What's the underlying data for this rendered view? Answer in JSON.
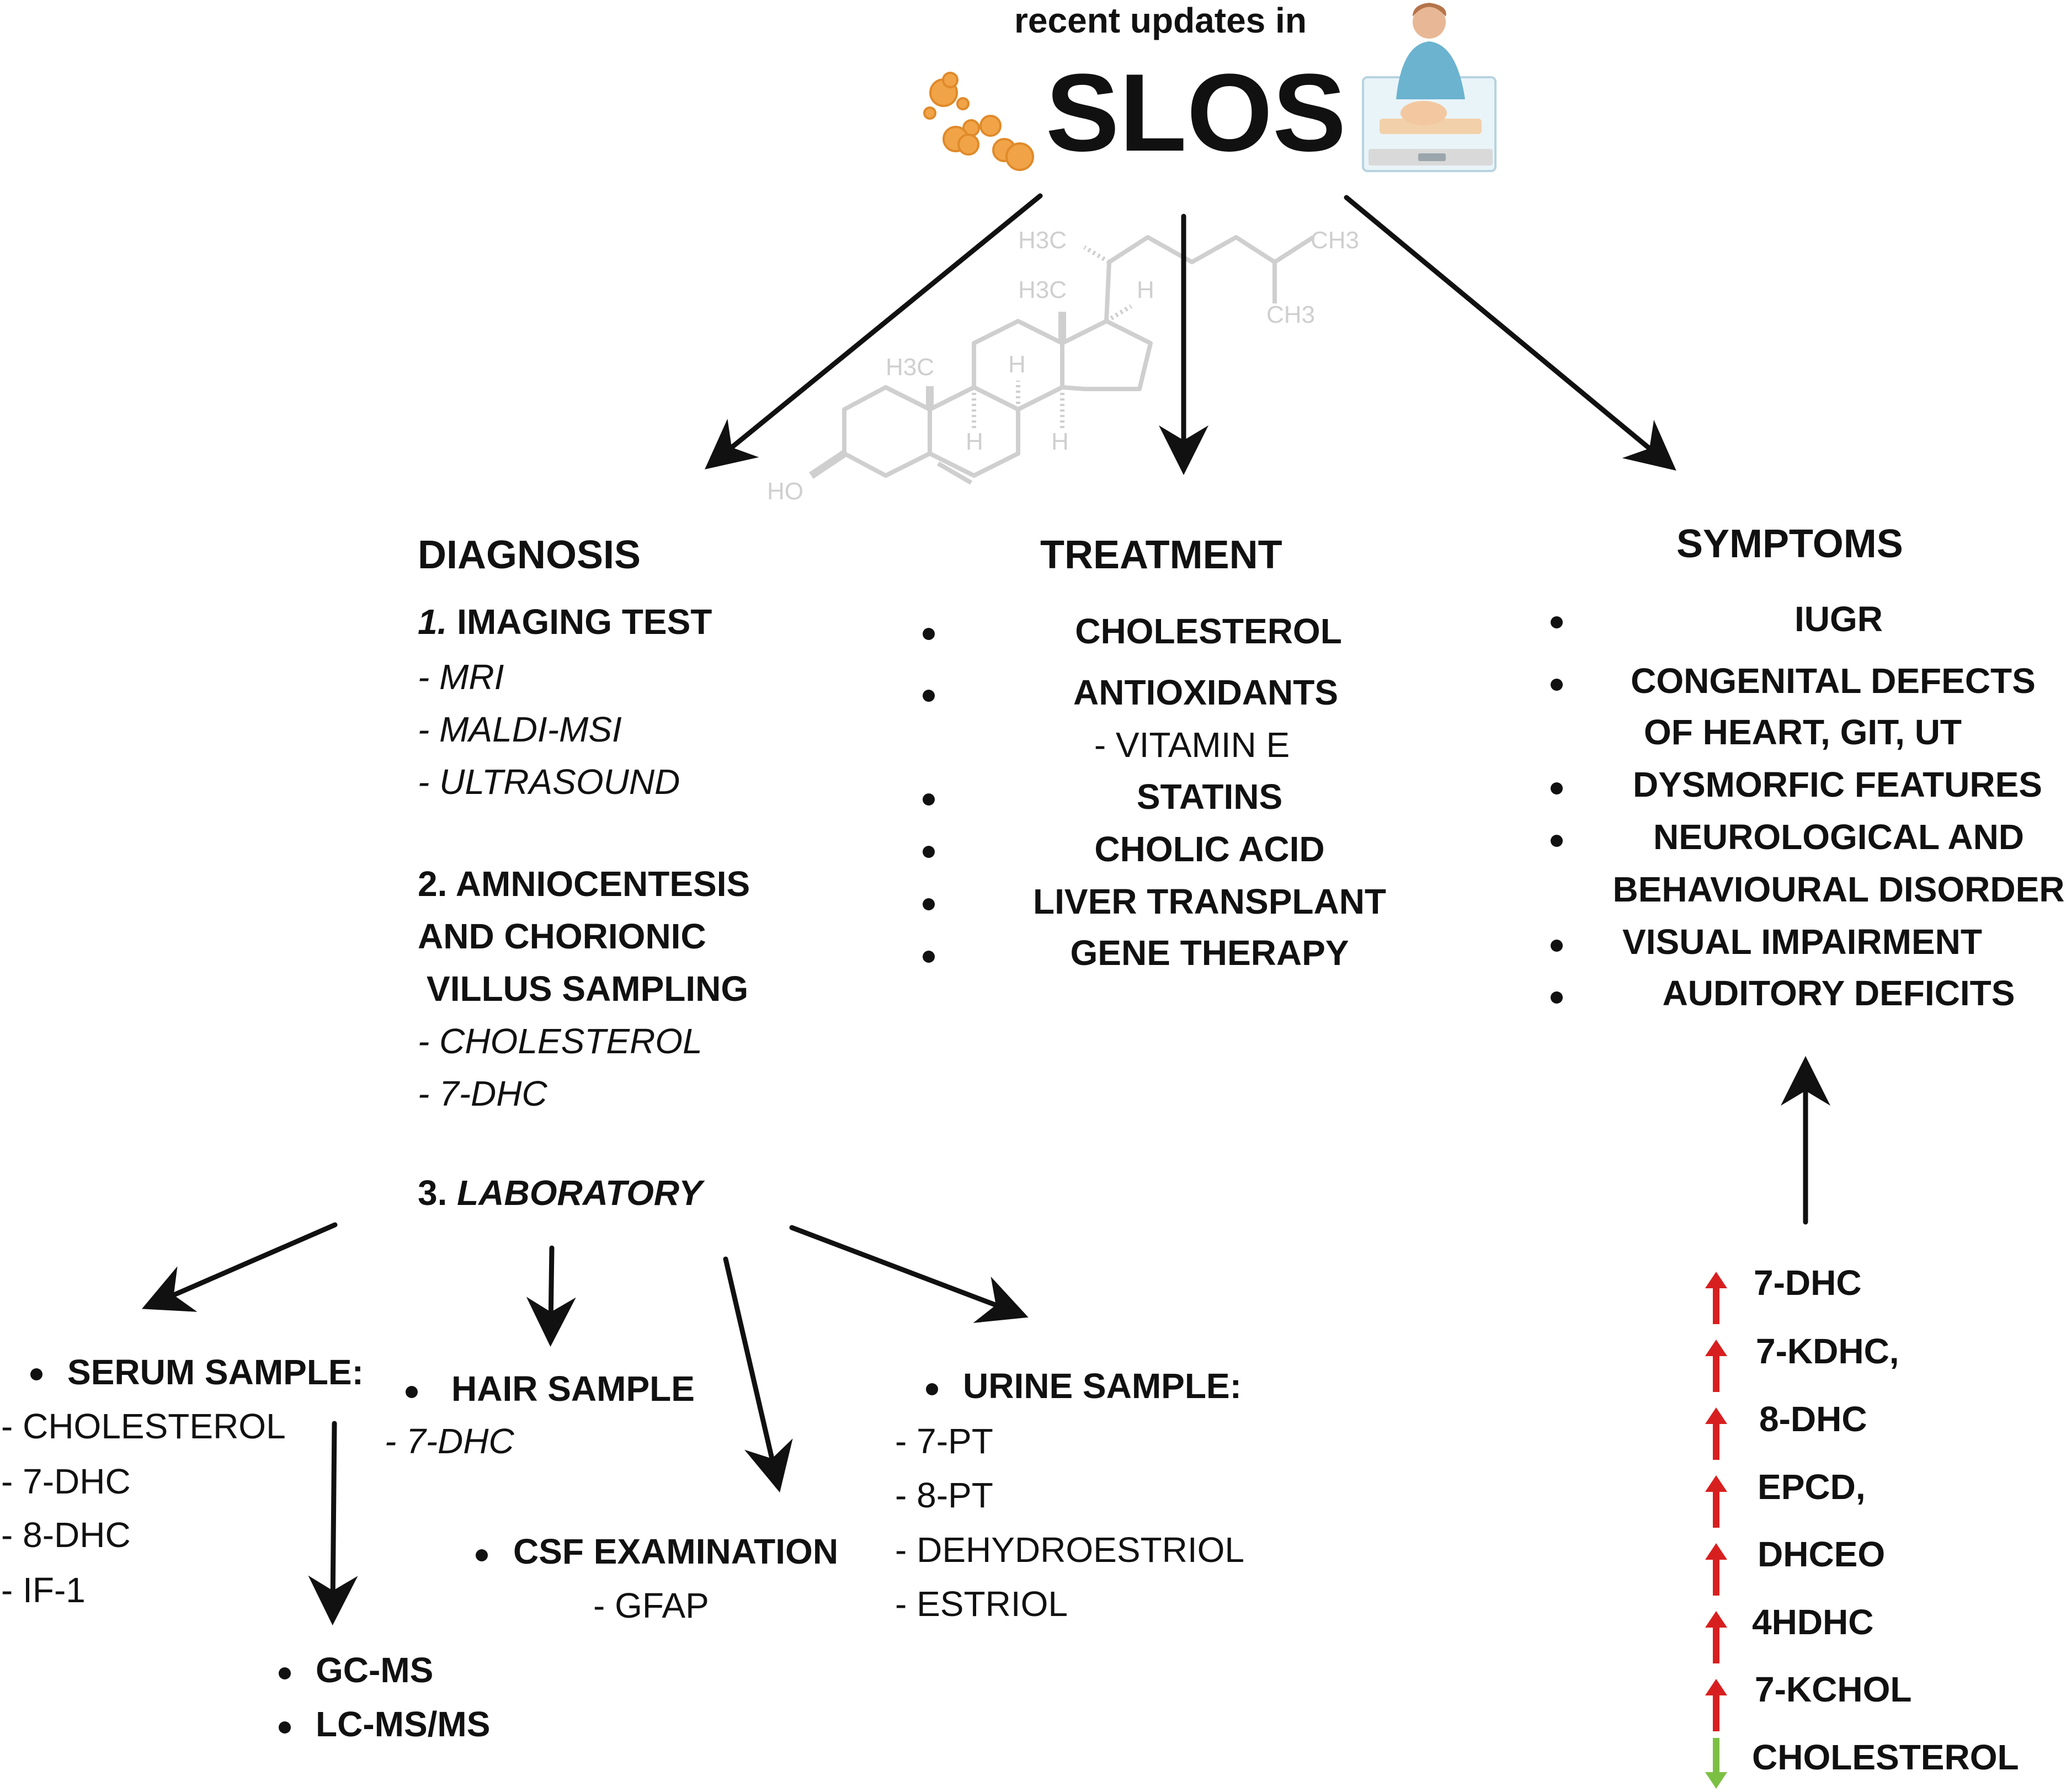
{
  "header": {
    "subtitle": "recent updates in",
    "title": "SLOS"
  },
  "molecule": {
    "labels": {
      "h3c_top": "H3C",
      "ch3_right": "CH3",
      "ch3_lower": "CH3",
      "h3c_mid": "H3C",
      "h_d": "H",
      "h3c_left": "H3C",
      "h_c": "H",
      "h_b": "H",
      "h_bottom": "H",
      "ho": "HO"
    }
  },
  "diagnosis": {
    "heading": "DIAGNOSIS",
    "imaging_title_num": "1.",
    "imaging_title": "IMAGING TEST",
    "imaging_items": [
      "- MRI",
      "- MALDI-MSI",
      "- ULTRASOUND"
    ],
    "amnio_title_1": "2. AMNIOCENTESIS",
    "amnio_title_2": "AND CHORIONIC",
    "amnio_title_3": "VILLUS SAMPLING",
    "amnio_items": [
      "- CHOLESTEROL",
      "- 7-DHC"
    ],
    "lab_num": "3.",
    "lab_title": "LABORATORY"
  },
  "treatment": {
    "heading": "TREATMENT",
    "items": [
      "CHOLESTEROL",
      "ANTIOXIDANTS",
      "STATINS",
      "CHOLIC ACID",
      "LIVER TRANSPLANT",
      "GENE THERAPY"
    ],
    "antioxidant_sub": "- VITAMIN E"
  },
  "symptoms": {
    "heading": "SYMPTOMS",
    "items": [
      "IUGR",
      "CONGENITAL DEFECTS",
      "OF HEART, GIT, UT",
      "DYSMORFIC FEATURES",
      "NEUROLOGICAL AND",
      "BEHAVIOURAL DISORDER",
      "VISUAL IMPAIRMENT",
      "AUDITORY DEFICITS"
    ]
  },
  "serum": {
    "title": "SERUM SAMPLE:",
    "items": [
      "- CHOLESTEROL",
      "- 7-DHC",
      "- 8-DHC",
      "- IF-1"
    ],
    "methods": [
      "GC-MS",
      "LC-MS/MS"
    ]
  },
  "hair": {
    "title": "HAIR SAMPLE",
    "items": [
      "- 7-DHC"
    ]
  },
  "csf": {
    "title": "CSF EXAMINATION",
    "items": [
      "- GFAP"
    ]
  },
  "urine": {
    "title": "URINE SAMPLE:",
    "items": [
      "- 7-PT",
      "- 8-PT",
      "- DEHYDROESTRIOL",
      "- ESTRIOL"
    ]
  },
  "biomarkers": {
    "items": [
      {
        "label": "7-DHC",
        "direction": "up"
      },
      {
        "label": "7-KDHC,",
        "direction": "up"
      },
      {
        "label": "8-DHC",
        "direction": "up"
      },
      {
        "label": "EPCD,",
        "direction": "up"
      },
      {
        "label": "DHCEO",
        "direction": "up"
      },
      {
        "label": "4HDHC",
        "direction": "up"
      },
      {
        "label": "7-KCHOL",
        "direction": "up"
      },
      {
        "label": "CHOLESTEROL",
        "direction": "down"
      }
    ],
    "up_color": "#d81f1f",
    "down_color": "#7bc043"
  },
  "colors": {
    "text": "#111111",
    "molecule": "#cfcfcf",
    "bubbles": "#f0a447"
  }
}
